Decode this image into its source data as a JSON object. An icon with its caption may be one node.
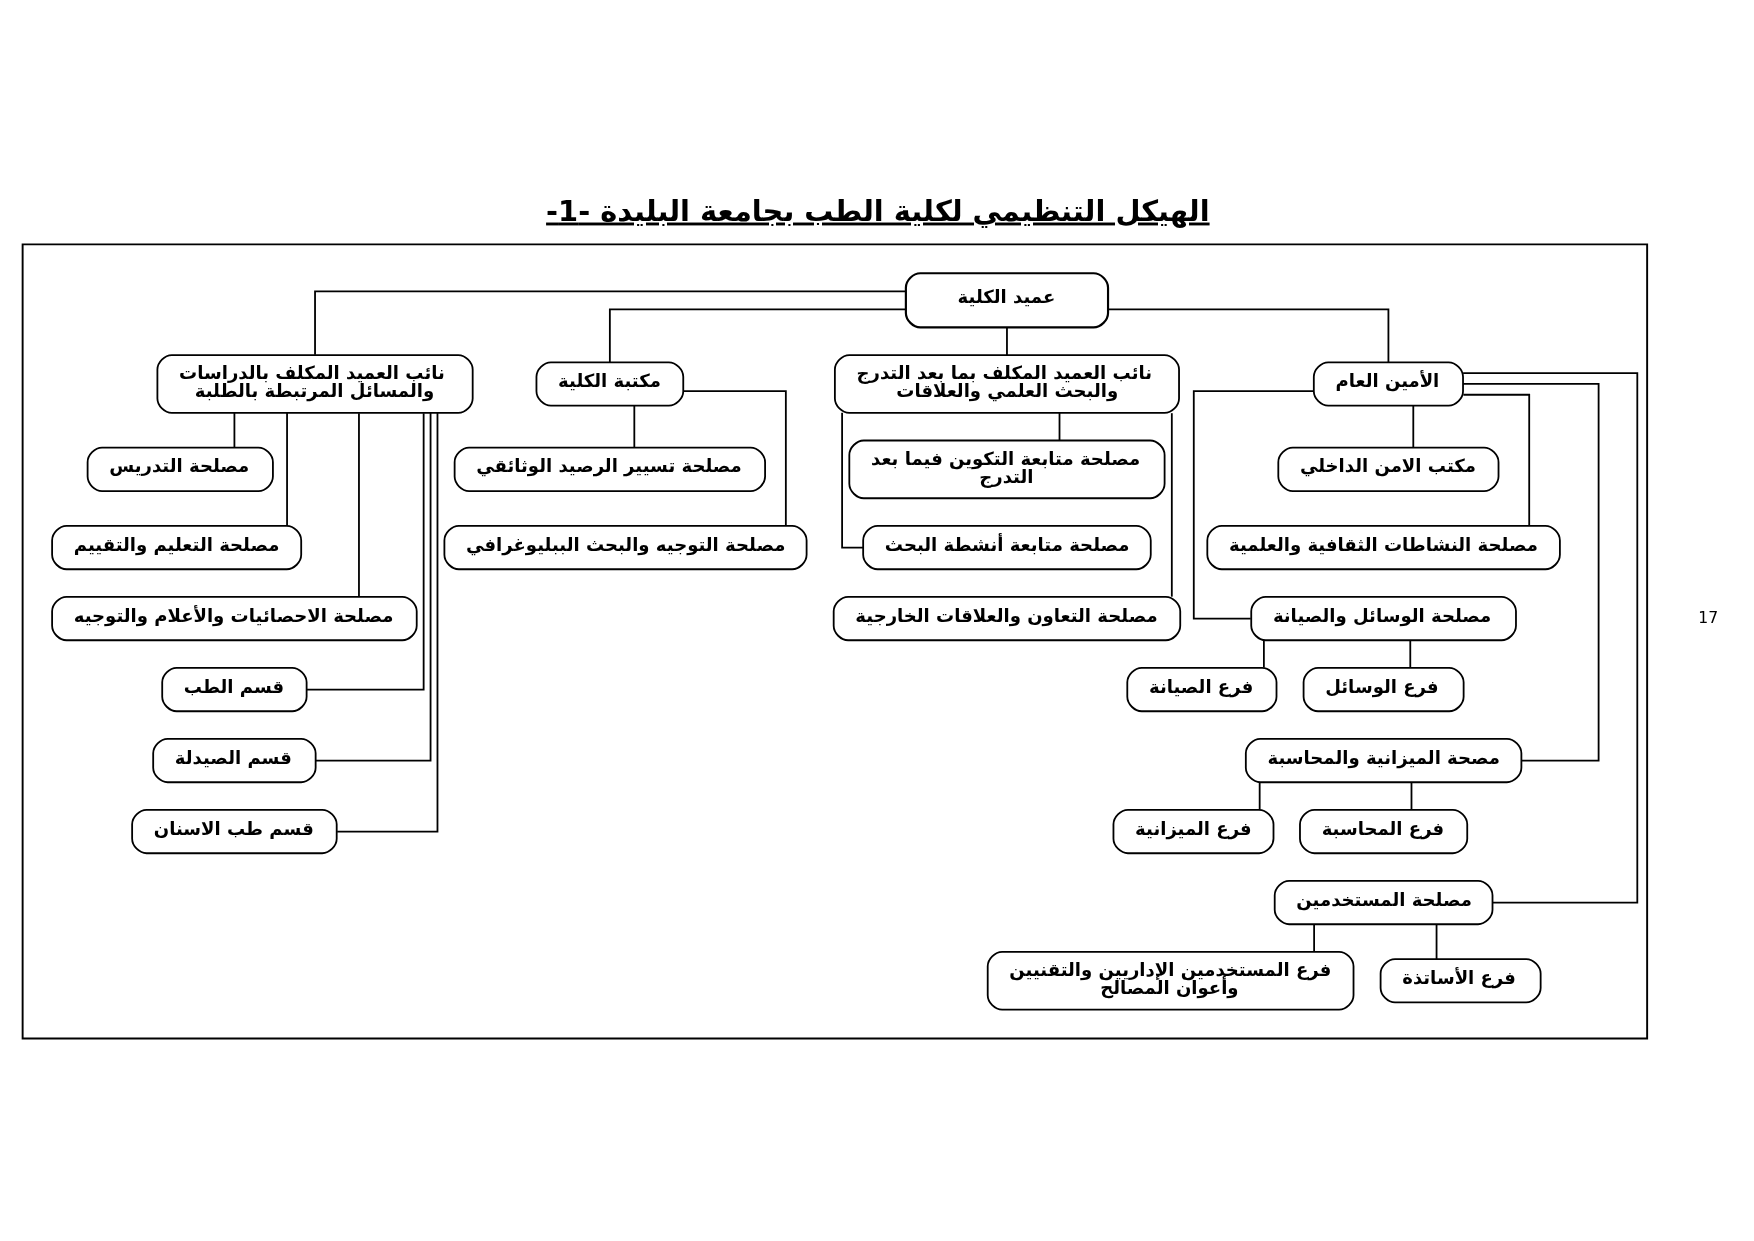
{
  "diagram": {
    "title": "-الهيكل التنظيمي لكلية الطب بجامعة البليدة -1",
    "nodes": [
      {
        "text": [],
        "shape": "box"
      },
      {
        "text": [
          "عميد الكلية"
        ],
        "in": 0
      },
      {
        "text": [
          "الأمين العام"
        ],
        "in": 0
      },
      {
        "text": [
          "نائب العميد المكلف بما بعد التدرج والبحث العلمي والعلاقات"
        ],
        "in": 0
      },
      {
        "text": [
          "مكتبة الكلية"
        ],
        "in": 0
      },
      {
        "text": [
          "نائب العميد المكلف بالدراسات والمسائل المرتبطة بالطلبة"
        ],
        "in": 0
      },
      {
        "text": [
          "مكتب الامن الداخلي"
        ],
        "in": 0
      },
      {
        "text": [
          "مصلحة النشاطات الثقافية والعلمية"
        ],
        "in": 0
      },
      {
        "text": [
          "مصلحة الوسائل والصيانة"
        ],
        "in": 0
      },
      {
        "text": [
          "فرع الوسائل"
        ],
        "in": 0
      },
      {
        "text": [
          "فرع الصيانة"
        ],
        "in": 0
      },
      {
        "text": [
          "مصحة الميزانية والمحاسبة"
        ],
        "in": 0
      },
      {
        "text": [
          "فرع المحاسبة"
        ],
        "in": 0
      },
      {
        "text": [
          "فرع الميزانية"
        ],
        "in": 0
      },
      {
        "text": [
          "مصلحة المستخدمين"
        ],
        "in": 0
      },
      {
        "text": [
          "فرع الأساتذة"
        ],
        "in": 0
      },
      {
        "text": [
          "فرع المستخدمين الإداريين والتقنيين وأعوان المصالح"
        ],
        "in": 0
      },
      {
        "text": [
          "مصلحة متابعة التكوين فيما بعد التدرج"
        ],
        "in": 0
      },
      {
        "text": [
          "مصلحة متابعة أنشطة البحث"
        ],
        "in": 0
      },
      {
        "text": [
          "مصلحة التعاون والعلاقات الخارجية"
        ],
        "in": 0
      },
      {
        "text": [
          "مصلحة تسيير الرصيد الوثائقي"
        ],
        "in": 0
      },
      {
        "text": [
          "مصلحة التوجيه والبحث الببليوغرافي"
        ],
        "in": 0
      },
      {
        "text": [
          "مصلحة التدريس"
        ],
        "in": 0
      },
      {
        "text": [
          "مصلحة التعليم والتقييم"
        ],
        "in": 0
      },
      {
        "text": [
          "مصلحة الاحصائيات والأعلام والتوجيه"
        ],
        "in": 0
      },
      {
        "text": [
          "قسم الطب"
        ],
        "in": 0
      },
      {
        "text": [
          "قسم الصيدلة"
        ],
        "in": 0
      },
      {
        "text": [
          "قسم طب الاسنان"
        ],
        "in": 0
      }
    ],
    "edges": [
      {
        "from": 1,
        "to": 2,
        "arrow": "none"
      },
      {
        "from": 1,
        "to": 3,
        "arrow": "none"
      },
      {
        "from": 1,
        "to": 4,
        "arrow": "none"
      },
      {
        "from": 1,
        "to": 5,
        "arrow": "none"
      },
      {
        "from": 2,
        "to": 6,
        "arrow": "none"
      },
      {
        "from": 2,
        "to": 7,
        "arrow": "none"
      },
      {
        "from": 2,
        "to": 8,
        "arrow": "none"
      },
      {
        "from": 8,
        "to": 9,
        "arrow": "none"
      },
      {
        "from": 8,
        "to": 10,
        "arrow": "none"
      },
      {
        "from": 2,
        "to": 11,
        "arrow": "none"
      },
      {
        "from": 11,
        "to": 12,
        "arrow": "none"
      },
      {
        "from": 11,
        "to": 13,
        "arrow": "none"
      },
      {
        "from": 2,
        "to": 14,
        "arrow": "none"
      },
      {
        "from": 14,
        "to": 15,
        "arrow": "none"
      },
      {
        "from": 14,
        "to": 16,
        "arrow": "none"
      },
      {
        "from": 3,
        "to": 17,
        "arrow": "none"
      },
      {
        "from": 3,
        "to": 18,
        "arrow": "none"
      },
      {
        "from": 3,
        "to": 19,
        "arrow": "none"
      },
      {
        "from": 4,
        "to": 20,
        "arrow": "none"
      },
      {
        "from": 4,
        "to": 21,
        "arrow": "none"
      },
      {
        "from": 5,
        "to": 22,
        "arrow": "none"
      },
      {
        "from": 5,
        "to": 23,
        "arrow": "none"
      },
      {
        "from": 5,
        "to": 24,
        "arrow": "none"
      },
      {
        "from": 5,
        "to": 25,
        "arrow": "none"
      },
      {
        "from": 5,
        "to": 26,
        "arrow": "none"
      },
      {
        "from": 5,
        "to": 27,
        "arrow": "none"
      }
    ],
    "labels": [
      "17"
    ]
  }
}
